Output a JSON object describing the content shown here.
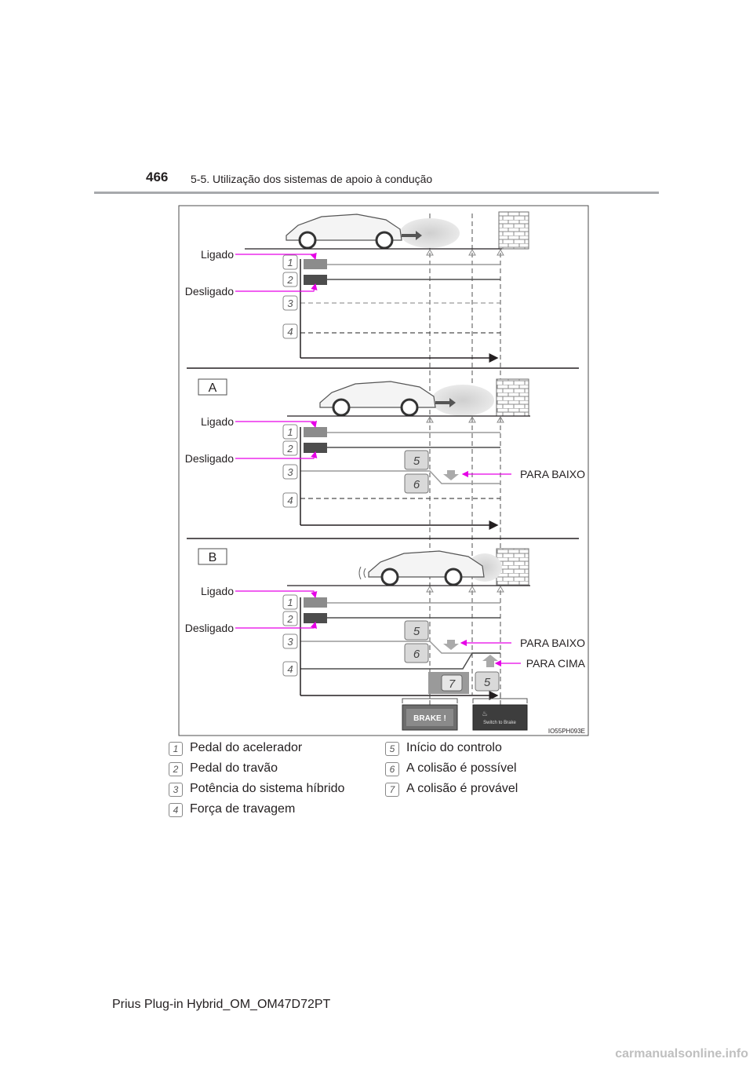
{
  "header": {
    "page_number": "466",
    "section_title": "5-5. Utilização dos sistemas de apoio à condução"
  },
  "figure": {
    "code": "IO55PH093E",
    "panel_labels": [
      "A",
      "B"
    ],
    "callouts": {
      "on": "Ligado",
      "off": "Desligado",
      "down": "PARA BAIXO",
      "up": "PARA CIMA"
    },
    "row_numbers": [
      "1",
      "2",
      "3",
      "4",
      "5",
      "6",
      "7"
    ],
    "display_screens": {
      "brake": "BRAKE !",
      "switch": "Switch to Brake"
    }
  },
  "legend": [
    {
      "num": "1",
      "text": "Pedal do acelerador"
    },
    {
      "num": "2",
      "text": "Pedal do travão"
    },
    {
      "num": "3",
      "text": "Potência do sistema híbrido"
    },
    {
      "num": "4",
      "text": "Força de travagem"
    },
    {
      "num": "5",
      "text": "Início do controlo"
    },
    {
      "num": "6",
      "text": "A colisão é possível"
    },
    {
      "num": "7",
      "text": "A colisão é provável"
    }
  ],
  "footer": {
    "manual": "Prius Plug-in Hybrid_OM_OM47D72PT",
    "site": "carmanualsonline.info"
  },
  "colors": {
    "callout_line": "#e600e6",
    "pedal_light": "#8c8c8c",
    "pedal_dark": "#4d4d4d",
    "signal_line": "#9a9a9a"
  }
}
